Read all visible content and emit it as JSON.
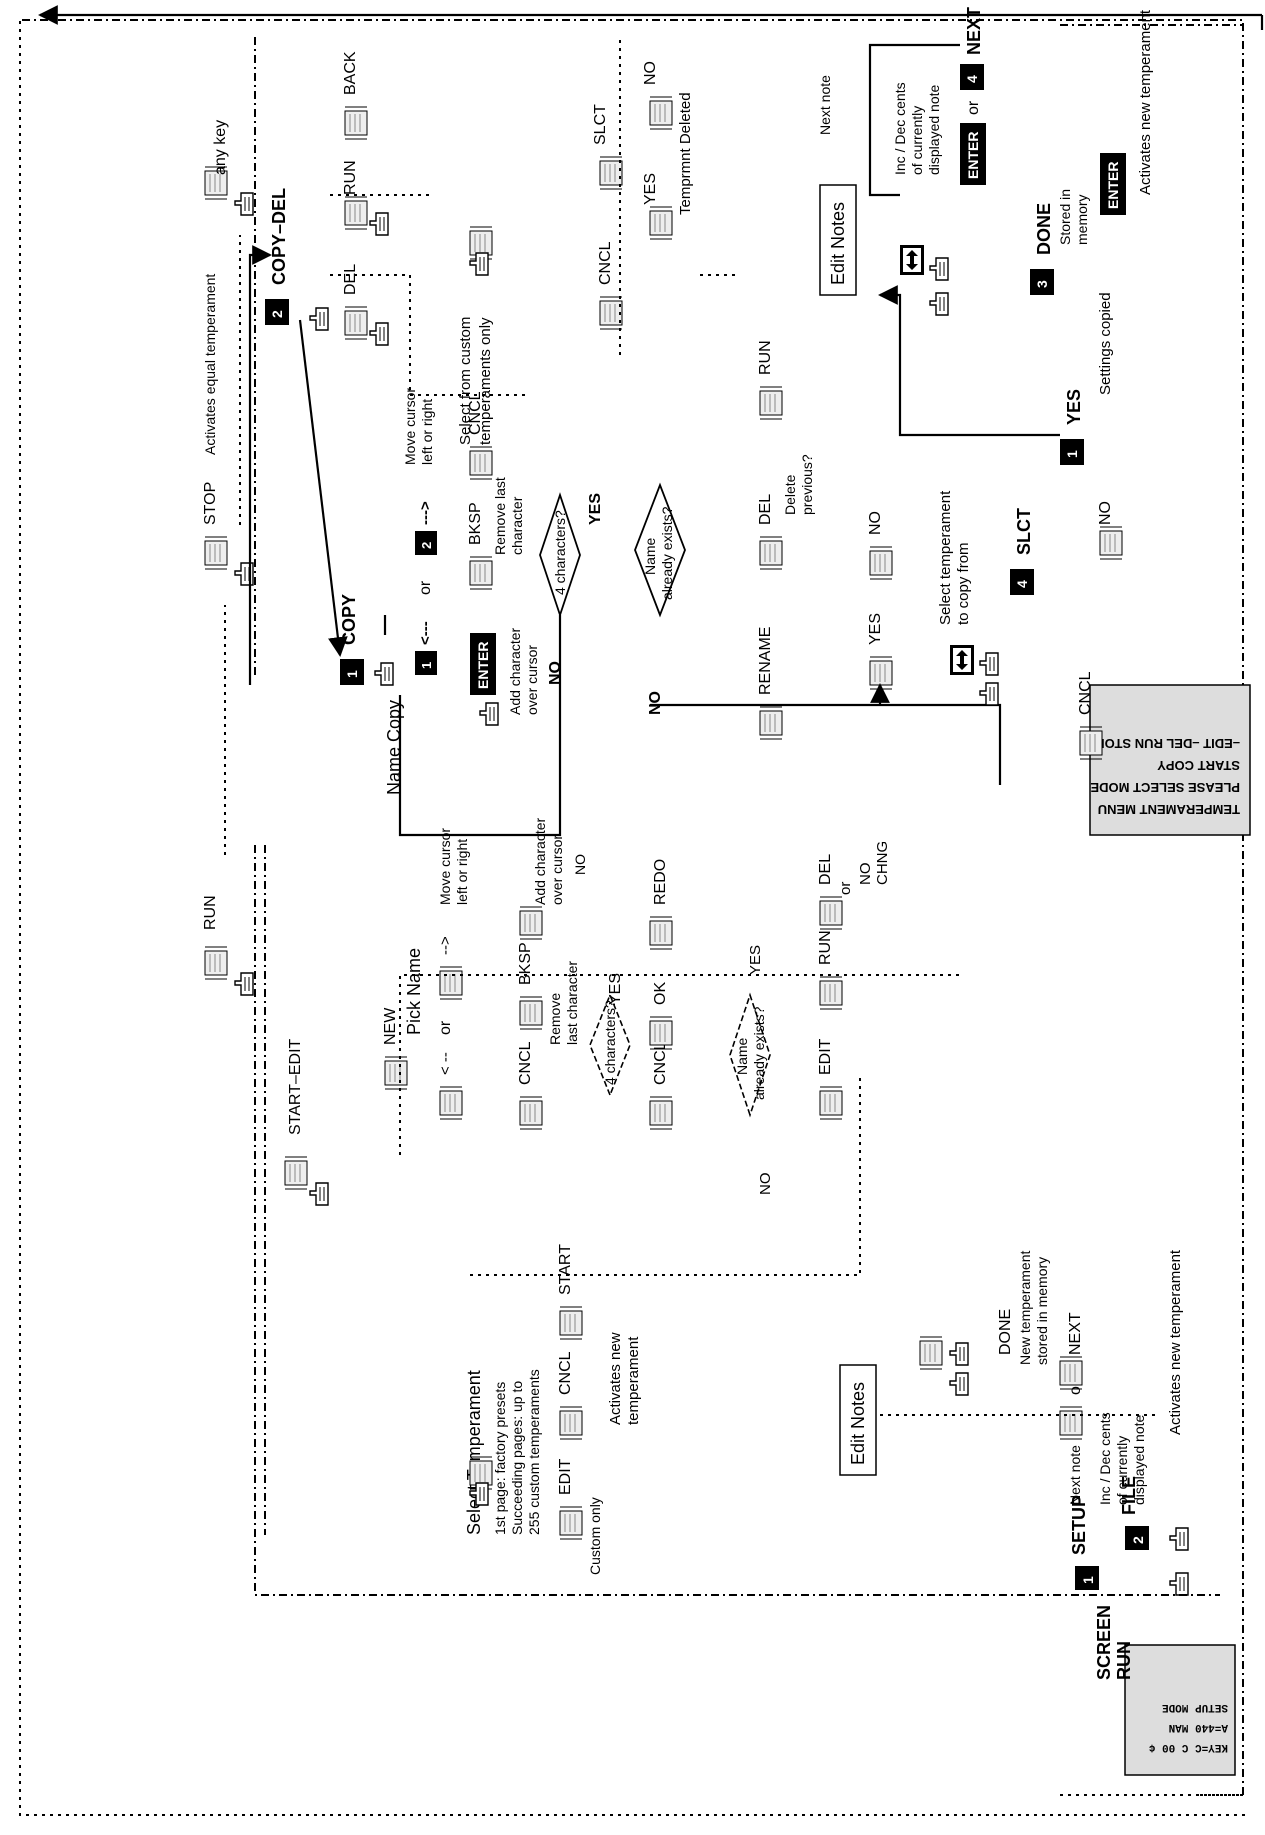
{
  "run_screen": {
    "line1": "KEY=C        C      00 ¢",
    "line2": "A=440          MAN",
    "line3": "SETUP  MODE",
    "label1": "RUN",
    "label2": "SCREEN"
  },
  "top_keys": {
    "setup_num": "1",
    "setup_label": "SETUP",
    "file_num": "2",
    "file_label": "FILE"
  },
  "temp_menu": {
    "line1": "TEMPERAMENT MENU",
    "line2": "PLEASE SELECT MODE",
    "line3": "START  COPY",
    "line4": "–EDIT   –DEL  RUN  STOP"
  },
  "softkeys": {
    "run": "RUN",
    "stop": "STOP",
    "any_key": "any key",
    "activates_equal": "Activates equal temperament",
    "start_edit": "START–EDIT",
    "copy_num": "1",
    "copy": "COPY",
    "copydel_num": "2",
    "copydel": "COPY–DEL"
  },
  "copy_del": {
    "del": "DEL",
    "run": "RUN",
    "back": "BACK",
    "select_custom_1": "Select from custom",
    "select_custom_2": "temperaments only",
    "cncl": "CNCL",
    "slct": "SLCT",
    "yes": "YES",
    "no": "NO",
    "deleted": "Temprmnt Deleted"
  },
  "name_copy": {
    "title": "Name Copy",
    "left_num": "1",
    "left_arrow": "<---",
    "or": "or",
    "right_num": "2",
    "right_arrow": "--->",
    "move_cursor_1": "Move cursor",
    "move_cursor_2": "left or right",
    "bksp": "BKSP",
    "remove_1": "Remove last",
    "remove_2": "character",
    "cncl": "CNCL",
    "enter": "ENTER",
    "add_1": "Add character",
    "add_2": "over cursor",
    "four_chars": "4 characters?",
    "yes": "YES",
    "no": "NO",
    "name_exists_1": "Name",
    "name_exists_2": "already exists?",
    "rename": "RENAME",
    "del": "DEL",
    "run": "RUN",
    "delete_prev_1": "Delete",
    "delete_prev_2": "previous?",
    "yes2": "YES",
    "no2": "NO"
  },
  "copy_from": {
    "select_1": "Select temperament",
    "select_2": "to copy from",
    "slct_num": "4",
    "slct": "SLCT",
    "yes_num": "1",
    "yes": "YES",
    "cncl": "CNCL",
    "no": "NO",
    "settings_copied": "Settings copied"
  },
  "edit_notes_right": {
    "title": "Edit Notes",
    "next_note": "Next note",
    "inc_1": "Inc / Dec cents",
    "inc_2": "of currently",
    "inc_3": "displayed note",
    "enter": "ENTER",
    "or": "or",
    "next_num": "4",
    "next": "NEXT",
    "done_num": "3",
    "done": "DONE",
    "stored_1": "Stored in",
    "stored_2": "memory",
    "activates": "Activates new temperament"
  },
  "start_edit": {
    "select_title": "Select Temperament",
    "presets_1": "1st page: factory presets",
    "presets_2": "Succeeding pages: up to",
    "presets_3": "255 custom temperaments",
    "custom_only": "Custom only",
    "edit": "EDIT",
    "cncl": "CNCL",
    "start": "START",
    "activates_1": "Activates new",
    "activates_2": "temperament",
    "new": "NEW",
    "pick_name": "Pick Name",
    "left_arrow": "< --",
    "or": "or",
    "right_arrow": "-->",
    "move_1": "Move cursor",
    "move_2": "left or right",
    "bksp": "BKSP",
    "remove_1": "Remove",
    "remove_2": "last character",
    "add_1": "Add character",
    "add_2": "over cursor",
    "no": "NO",
    "four_chars": "4 characters?",
    "yes": "YES",
    "redo": "REDO",
    "ok": "OK",
    "cncl2": "CNCL",
    "name_1": "Name",
    "name_2": "already exists?",
    "yes2": "YES",
    "no2": "NO",
    "del": "DEL",
    "or2": "or",
    "no_chng_1": "NO",
    "no_chng_2": "CHNG",
    "run": "RUN",
    "edit2": "EDIT"
  },
  "edit_notes_left": {
    "title": "Edit Notes",
    "done": "DONE",
    "stored_1": "New temperament",
    "stored_2": "stored in memory",
    "next_note": "Next note",
    "inc_1": "Inc / Dec cents",
    "inc_2": "of currently",
    "inc_3": "displayed note",
    "or": "or",
    "next": "NEXT",
    "activates": "Activates new temperament"
  }
}
